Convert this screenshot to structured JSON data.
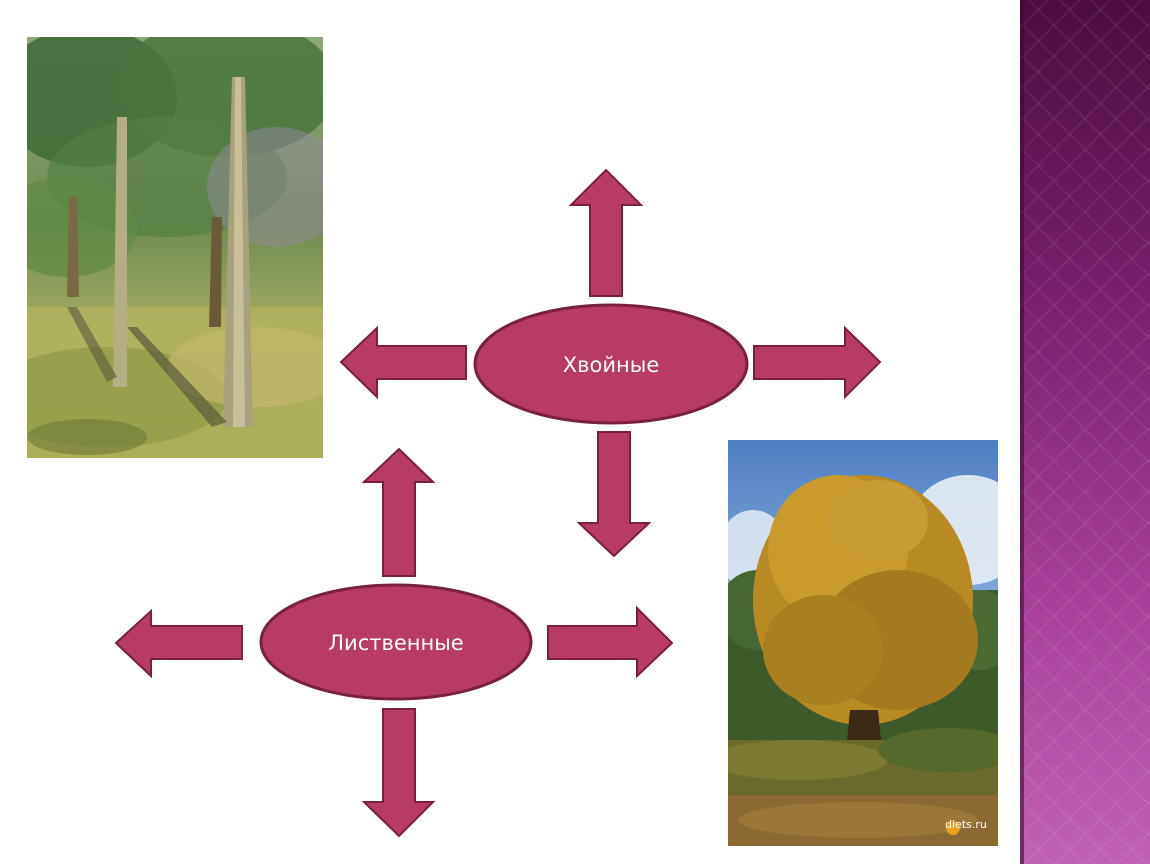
{
  "diagram": {
    "nodes": [
      {
        "id": "conifers",
        "label": "Хвойные"
      },
      {
        "id": "deciduous",
        "label": "Лиственные"
      }
    ],
    "arrows": {
      "conifers": [
        "up",
        "left",
        "right",
        "down"
      ],
      "deciduous": [
        "up",
        "left",
        "right",
        "down"
      ]
    }
  },
  "images": {
    "pine_forest": "pine-forest-painting",
    "oak_tree": "autumn-oak-tree-photo",
    "watermark_text": "diets.ru"
  },
  "colors": {
    "node_fill": "#b83b63",
    "node_stroke": "#7a1f3d",
    "arrow_fill": "#b83b63",
    "arrow_stroke": "#7a1f3d",
    "sidebar_top": "#4a0d3e",
    "sidebar_bottom": "#c160b5"
  }
}
